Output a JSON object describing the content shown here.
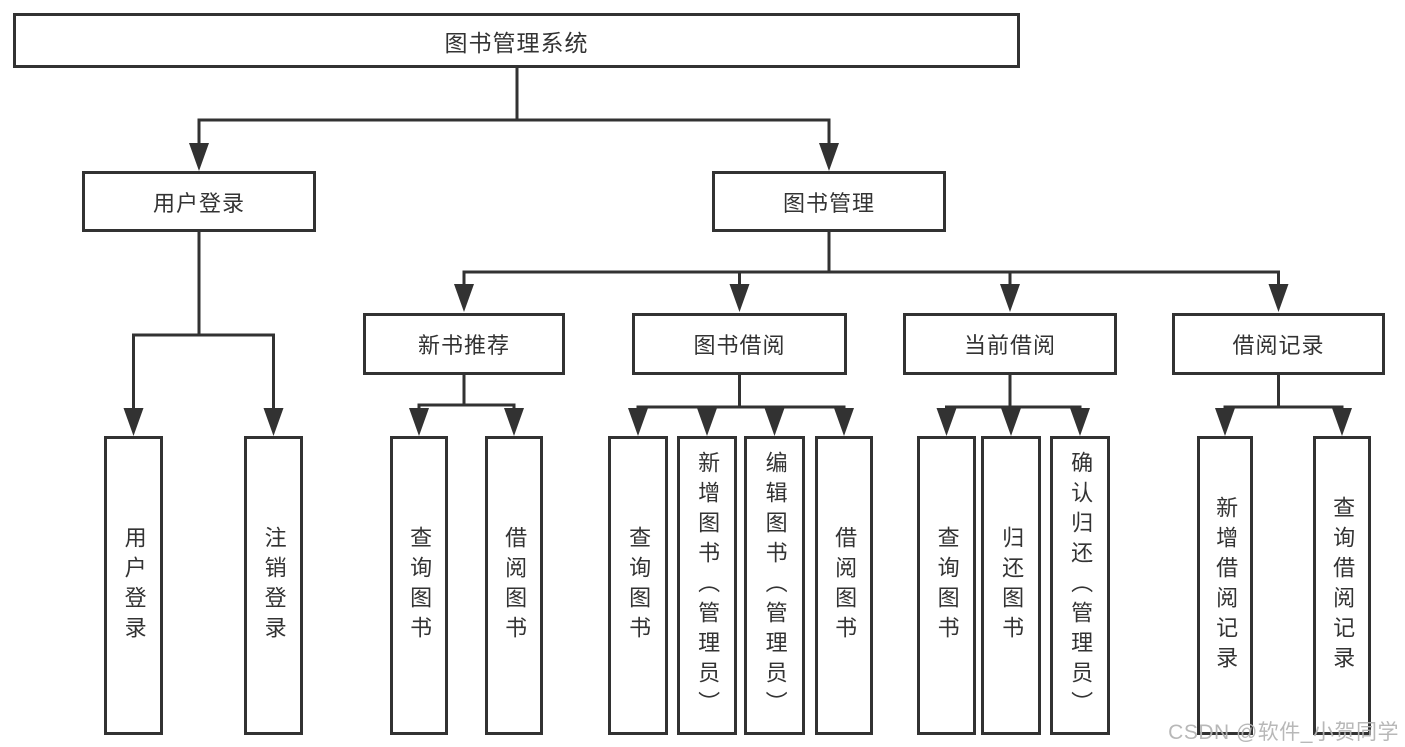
{
  "diagram_type": "hierarchy-flowchart",
  "tree": {
    "root": {
      "label": "图书管理系统",
      "children": [
        {
          "label": "用户登录",
          "children": [
            {
              "label": "用户登录"
            },
            {
              "label": "注销登录"
            }
          ]
        },
        {
          "label": "图书管理",
          "children": [
            {
              "label": "新书推荐",
              "children": [
                {
                  "label": "查询图书"
                },
                {
                  "label": "借阅图书"
                }
              ]
            },
            {
              "label": "图书借阅",
              "children": [
                {
                  "label": "查询图书"
                },
                {
                  "label": "新增图书（管理员）"
                },
                {
                  "label": "编辑图书（管理员）"
                },
                {
                  "label": "借阅图书"
                }
              ]
            },
            {
              "label": "当前借阅",
              "children": [
                {
                  "label": "查询图书"
                },
                {
                  "label": "归还图书"
                },
                {
                  "label": "确认归还（管理员）"
                }
              ]
            },
            {
              "label": "借阅记录",
              "children": [
                {
                  "label": "新增借阅记录"
                },
                {
                  "label": "查询借阅记录"
                }
              ]
            }
          ]
        }
      ]
    }
  },
  "watermark": {
    "text": "CSDN @软件_小贺同学"
  },
  "colors": {
    "line": "#323232",
    "text": "#333333",
    "box_background": "#ffffff",
    "watermark": "#b5b5b5",
    "page_background": "#ffffff"
  }
}
